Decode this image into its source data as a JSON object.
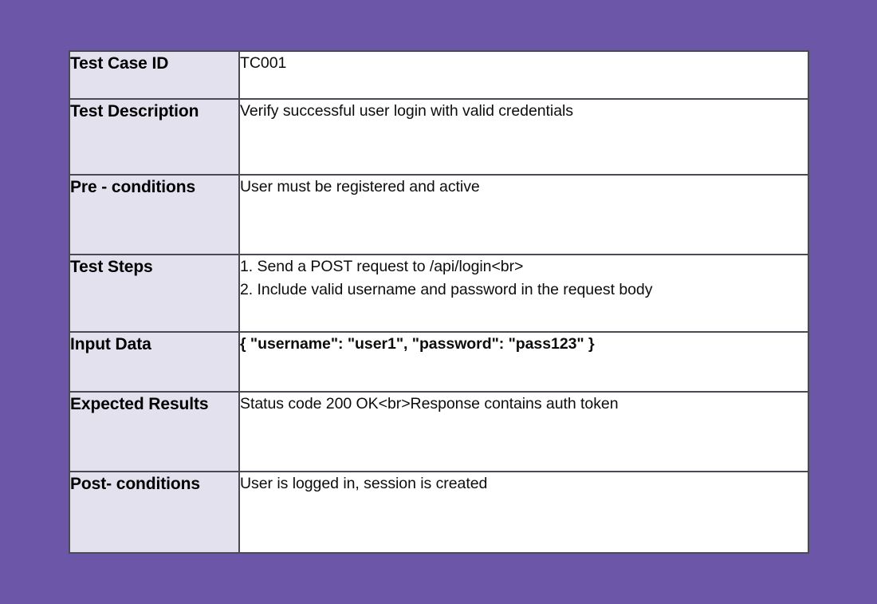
{
  "page": {
    "background_color": "#6b56a8",
    "table_border_color": "#33323c",
    "label_column_background": "#e3e1ee",
    "value_column_background": "#ffffff",
    "text_color": "#0d0d0d"
  },
  "table": {
    "rows": [
      {
        "label": "Test Case ID",
        "value_lines": [
          "TC001"
        ],
        "bold_value": false
      },
      {
        "label": "Test Description",
        "value_lines": [
          "Verify successful user login with valid credentials"
        ],
        "bold_value": false
      },
      {
        "label": "Pre - conditions",
        "value_lines": [
          "User must be registered and active"
        ],
        "bold_value": false
      },
      {
        "label": "Test Steps",
        "value_lines": [
          "1. Send a POST request to /api/login<br>",
          "2. Include valid username and password in the request body"
        ],
        "bold_value": false
      },
      {
        "label": "Input Data",
        "value_lines": [
          "{ \"username\": \"user1\", \"password\": \"pass123\" }"
        ],
        "bold_value": true
      },
      {
        "label": "Expected Results",
        "value_lines": [
          "Status code 200 OK<br>Response contains auth token"
        ],
        "bold_value": false
      },
      {
        "label": "Post- conditions",
        "value_lines": [
          "User is logged in, session is created"
        ],
        "bold_value": false
      }
    ]
  }
}
